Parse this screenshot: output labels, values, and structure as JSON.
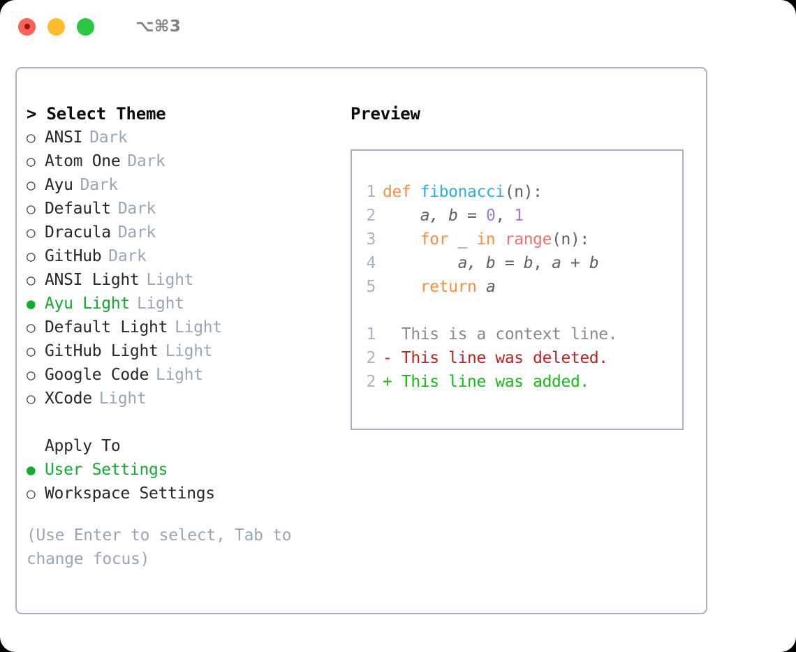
{
  "window": {
    "traffic_lights": [
      "close",
      "minimize",
      "maximize"
    ],
    "shortcut": "⌥⌘3"
  },
  "theme_picker": {
    "header": "> Select Theme",
    "header_prefix": "> ",
    "header_text": "Select Theme",
    "items": [
      {
        "marker": "○",
        "label": "ANSI",
        "tag": "Dark",
        "selected": false
      },
      {
        "marker": "○",
        "label": "Atom One",
        "tag": "Dark",
        "selected": false
      },
      {
        "marker": "○",
        "label": "Ayu",
        "tag": "Dark",
        "selected": false
      },
      {
        "marker": "○",
        "label": "Default",
        "tag": "Dark",
        "selected": false
      },
      {
        "marker": "○",
        "label": "Dracula",
        "tag": "Dark",
        "selected": false
      },
      {
        "marker": "○",
        "label": "GitHub",
        "tag": "Dark",
        "selected": false
      },
      {
        "marker": "○",
        "label": "ANSI Light",
        "tag": "Light",
        "selected": false
      },
      {
        "marker": "●",
        "label": "Ayu Light",
        "tag": "Light",
        "selected": true
      },
      {
        "marker": "○",
        "label": "Default Light",
        "tag": "Light",
        "selected": false
      },
      {
        "marker": "○",
        "label": "GitHub Light",
        "tag": "Light",
        "selected": false
      },
      {
        "marker": "○",
        "label": "Google Code",
        "tag": "Light",
        "selected": false
      },
      {
        "marker": "○",
        "label": "XCode",
        "tag": "Light",
        "selected": false
      }
    ]
  },
  "apply_to": {
    "header": "Apply To",
    "items": [
      {
        "marker": "●",
        "label": "User Settings",
        "selected": true
      },
      {
        "marker": "○",
        "label": "Workspace Settings",
        "selected": false
      }
    ]
  },
  "hint": "(Use Enter to select, Tab to change focus)",
  "preview": {
    "header": "Preview",
    "code_lines": [
      {
        "num": "1",
        "tokens": [
          {
            "t": "def",
            "c": "kw"
          },
          {
            "t": " ",
            "c": "pl"
          },
          {
            "t": "fibonacci",
            "c": "fn"
          },
          {
            "t": "(n):",
            "c": "pl"
          }
        ]
      },
      {
        "num": "2",
        "tokens": [
          {
            "t": "    ",
            "c": "pl"
          },
          {
            "t": "a, b",
            "c": "var"
          },
          {
            "t": " = ",
            "c": "pl"
          },
          {
            "t": "0",
            "c": "num"
          },
          {
            "t": ", ",
            "c": "pl"
          },
          {
            "t": "1",
            "c": "num"
          }
        ]
      },
      {
        "num": "3",
        "tokens": [
          {
            "t": "    ",
            "c": "pl"
          },
          {
            "t": "for",
            "c": "kw"
          },
          {
            "t": " _ ",
            "c": "pl"
          },
          {
            "t": "in",
            "c": "kw"
          },
          {
            "t": " ",
            "c": "pl"
          },
          {
            "t": "range",
            "c": "bi"
          },
          {
            "t": "(n):",
            "c": "pl"
          }
        ]
      },
      {
        "num": "4",
        "tokens": [
          {
            "t": "        ",
            "c": "pl"
          },
          {
            "t": "a, b",
            "c": "var"
          },
          {
            "t": " = ",
            "c": "pl"
          },
          {
            "t": "b",
            "c": "var"
          },
          {
            "t": ", ",
            "c": "pl"
          },
          {
            "t": "a + b",
            "c": "var"
          }
        ]
      },
      {
        "num": "5",
        "tokens": [
          {
            "t": "    ",
            "c": "pl"
          },
          {
            "t": "return",
            "c": "kw"
          },
          {
            "t": " ",
            "c": "pl"
          },
          {
            "t": "a",
            "c": "var"
          }
        ]
      }
    ],
    "diff_lines": [
      {
        "num": "1",
        "sign": "  ",
        "text": "This is a context line.",
        "kind": "ctx"
      },
      {
        "num": "2",
        "sign": "- ",
        "text": "This line was deleted.",
        "kind": "del"
      },
      {
        "num": "2",
        "sign": "+ ",
        "text": "This line was added.",
        "kind": "add"
      }
    ]
  },
  "colors": {
    "accent_green": "#0fad2c",
    "keyword": "#fa8d3e",
    "function": "#2caeeb",
    "number": "#a37acc",
    "builtin": "#f07171",
    "muted": "#9aa6b4",
    "border": "#a8b2c0",
    "diff_deleted": "#c22222",
    "diff_added": "#17ba17",
    "diff_context": "#8a8a8a"
  }
}
